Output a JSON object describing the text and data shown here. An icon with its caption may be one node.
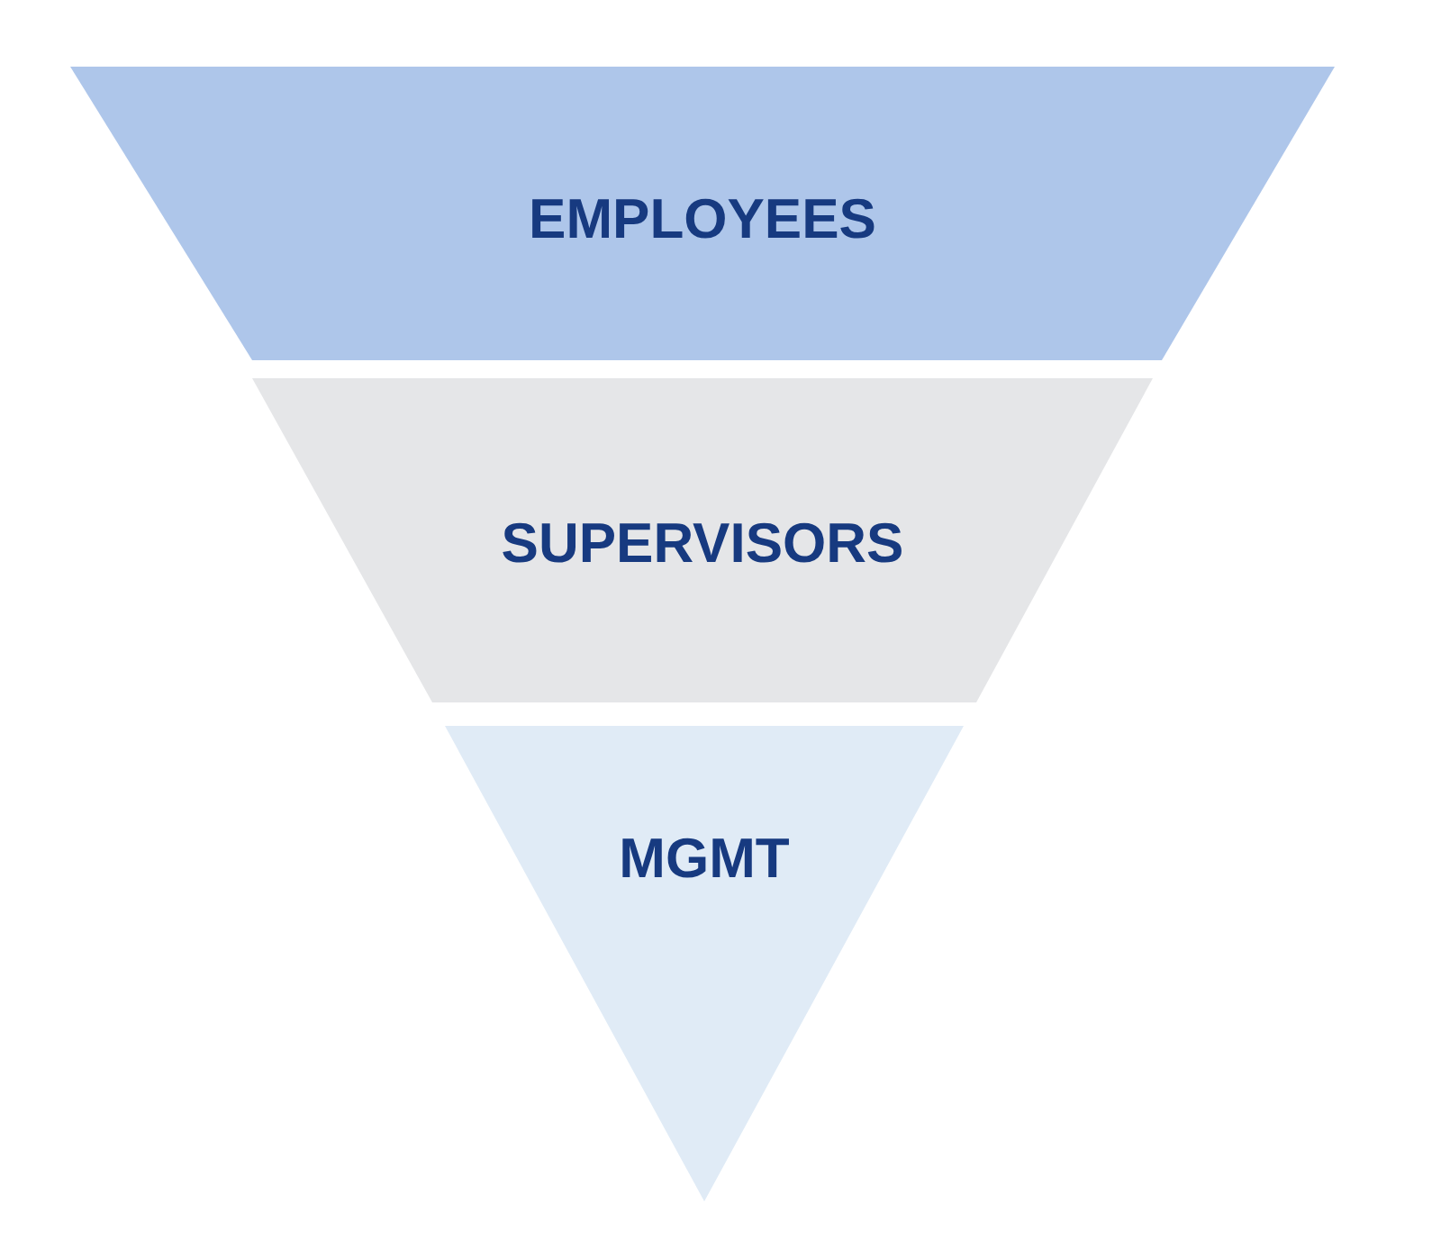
{
  "diagram": {
    "nodes": [
      {
        "text": [
          "EMPLOYEES"
        ]
      },
      {
        "text": [
          "SUPERVISORS"
        ]
      },
      {
        "text": [
          "MGMT"
        ]
      }
    ]
  }
}
